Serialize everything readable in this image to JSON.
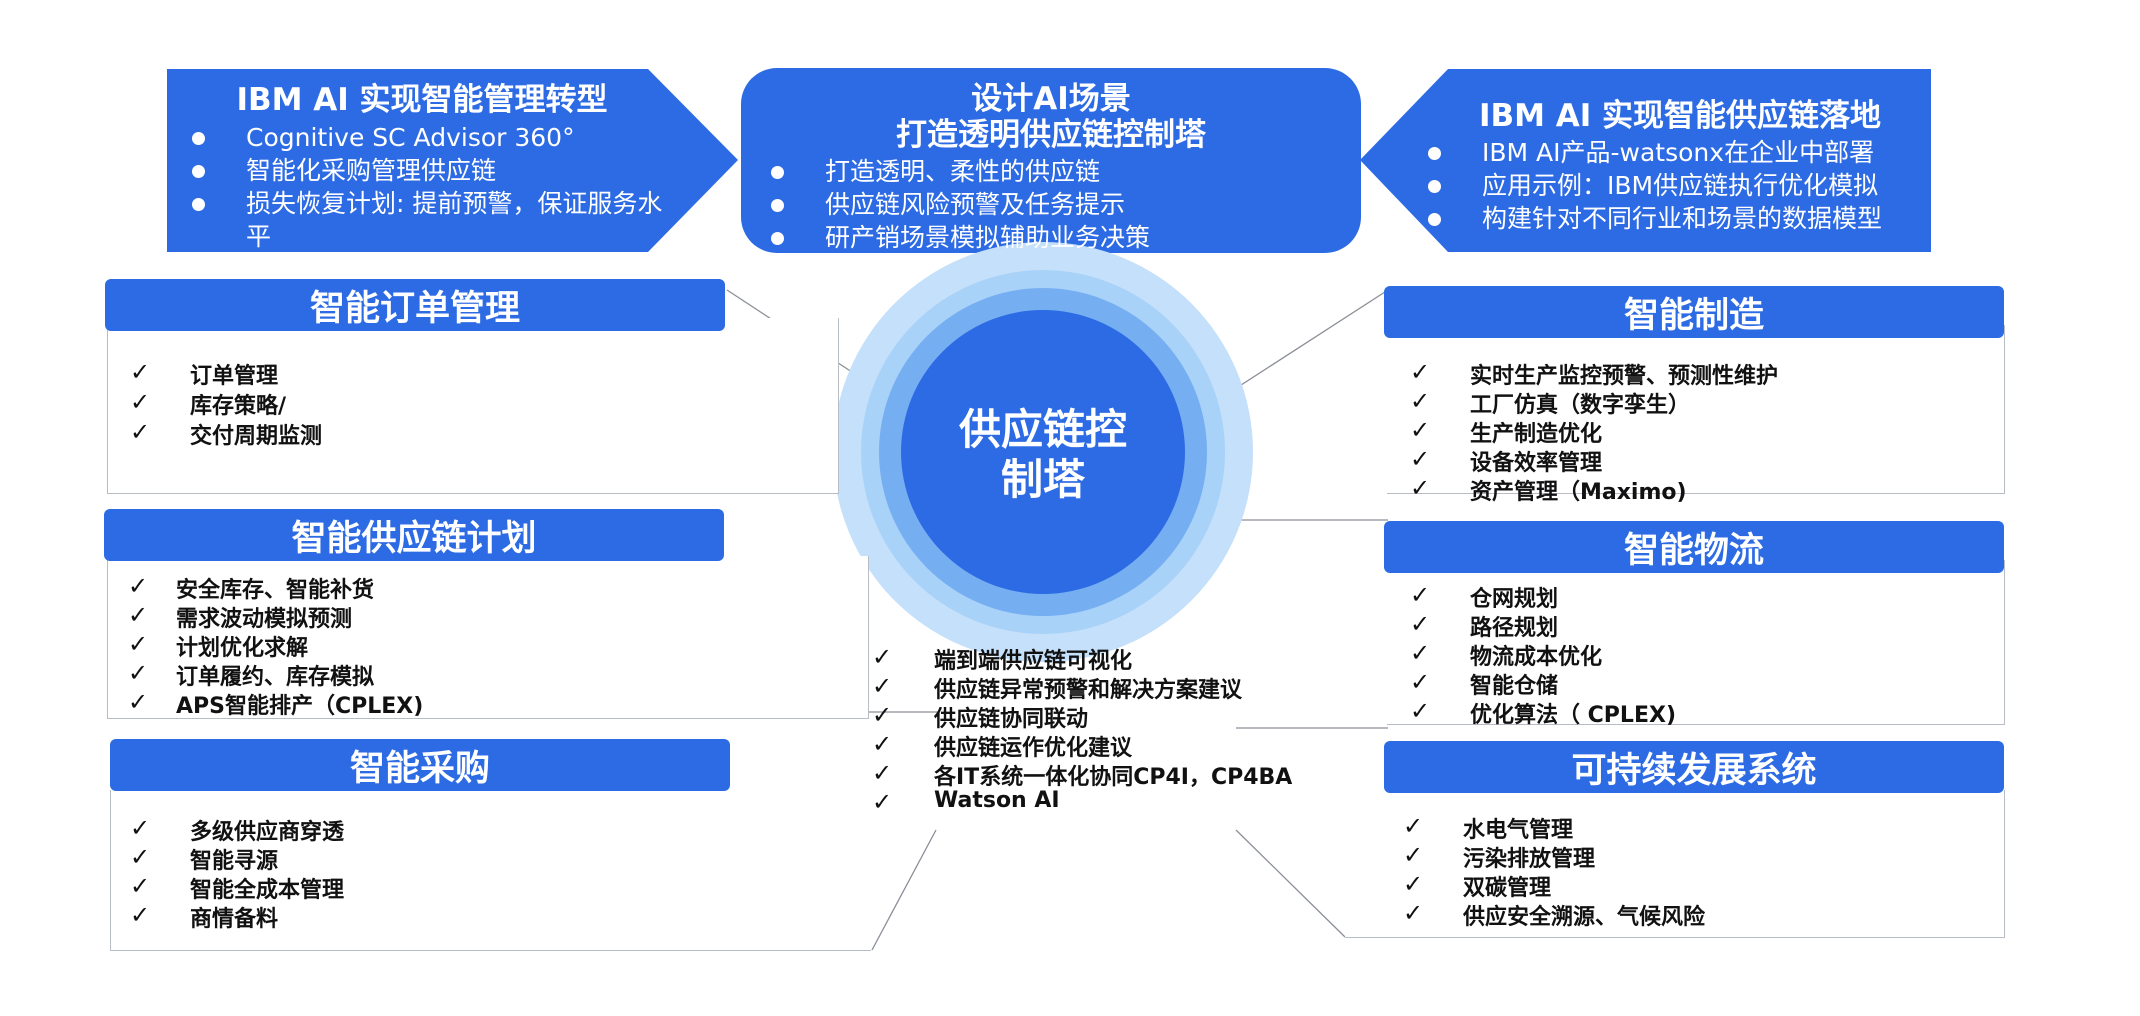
{
  "colors": {
    "primary": "#2d6be5",
    "ring_outer": "#c5e0fb",
    "ring_mid2": "#a9d2f8",
    "ring_mid1": "#76aef2",
    "text": "#111111"
  },
  "top_left": {
    "title": "IBM AI 实现智能管理转型",
    "items": [
      "Cognitive SC Advisor 360°",
      "智能化采购管理供应链",
      "损失恢复计划: 提前预警，保证服务水平"
    ]
  },
  "top_center": {
    "title_line1": "设计AI场景",
    "title_line2": "打造透明供应链控制塔",
    "items": [
      "打造透明、柔性的供应链",
      "供应链风险预警及任务提示",
      "研产销场景模拟辅助业务决策"
    ]
  },
  "top_right": {
    "title": "IBM AI 实现智能供应链落地",
    "items": [
      "IBM AI产品-watsonx在企业中部署",
      "应用示例：IBM供应链执行优化模拟",
      "构建针对不同行业和场景的数据模型"
    ]
  },
  "center": {
    "line1": "供应链控",
    "line2": "制塔"
  },
  "check_mark": "✓",
  "order_mgmt": {
    "title": "智能订单管理",
    "items": [
      "订单管理",
      "库存策略/",
      "交付周期监测"
    ]
  },
  "planning": {
    "title": "智能供应链计划",
    "items": [
      "安全库存、智能补货",
      "需求波动模拟预测",
      "计划优化求解",
      "订单履约、库存模拟",
      "APS智能排产（CPLEX)"
    ]
  },
  "procurement": {
    "title": "智能采购",
    "items": [
      "多级供应商穿透",
      "智能寻源",
      "智能全成本管理",
      "商情备料"
    ]
  },
  "manufacturing": {
    "title": "智能制造",
    "items": [
      "实时生产监控预警、预测性维护",
      "工厂仿真（数字孪生）",
      "生产制造优化",
      "设备效率管理",
      "资产管理（Maximo)"
    ]
  },
  "logistics": {
    "title": "智能物流",
    "items": [
      "仓网规划",
      "路径规划",
      "物流成本优化",
      "智能仓储",
      "优化算法（ CPLEX)"
    ]
  },
  "sustainability": {
    "title": "可持续发展系统",
    "items": [
      "水电气管理",
      "污染排放管理",
      "双碳管理",
      "供应安全溯源、气候风险"
    ]
  },
  "control_tower": {
    "items": [
      "端到端供应链可视化",
      "供应链异常预警和解决方案建议",
      "供应链协同联动",
      "供应链运作优化建议",
      "各IT系统一体化协同CP4I，CP4BA",
      "Watson AI"
    ]
  }
}
